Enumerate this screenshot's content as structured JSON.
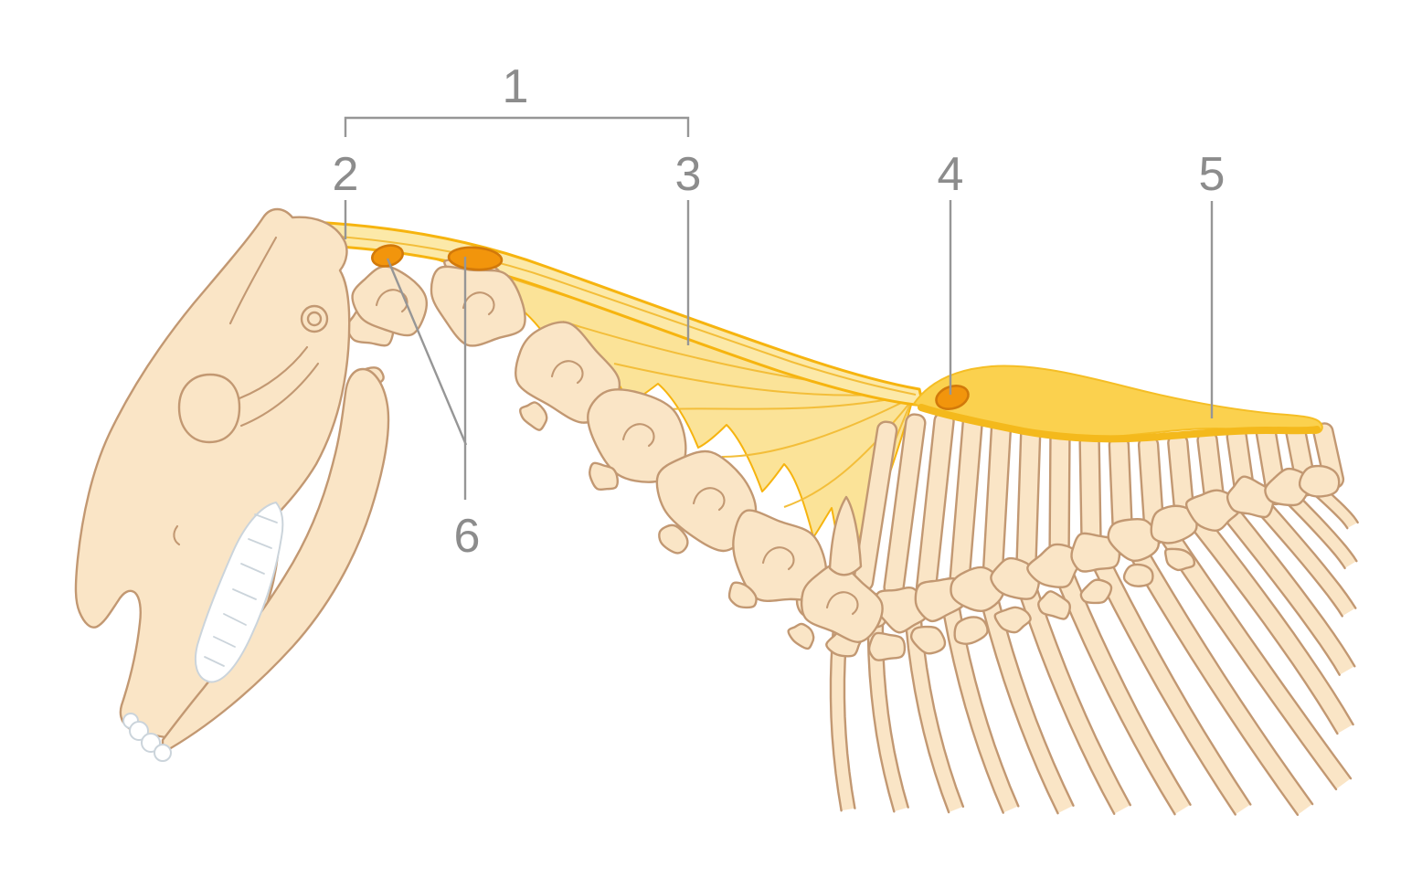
{
  "figure": {
    "description": "horse-head-neck-skeleton-with-yellow-ligament-overlay",
    "labels": [
      {
        "text": "1"
      },
      {
        "text": "2"
      },
      {
        "text": "3"
      },
      {
        "text": "4"
      },
      {
        "text": "5"
      },
      {
        "text": "6"
      }
    ],
    "markers": {
      "bursa_marker_count": 3,
      "bursa_marker_shape": "ellipse"
    }
  },
  "colors": {
    "background": "#FFFFFF",
    "bone_fill": "#FAE5C6",
    "bone_outline": "#C29872",
    "ligament_light": "#FBE398",
    "ligament_cord": "#FCE9A8",
    "ligament_outline": "#F6B40F",
    "ligament_fan_line": "#F3BE3A",
    "ligament_dark_band": "#FBD14E",
    "ligament_band_edge": "#F5BE25",
    "ligament_deep_stripe": "#F4B91C",
    "bursa_fill": "#F2950C",
    "bursa_outline": "#D2790A",
    "teeth_outline": "#CBD4DB",
    "label_text": "#8C8C8C",
    "leader_line": "#969696"
  }
}
